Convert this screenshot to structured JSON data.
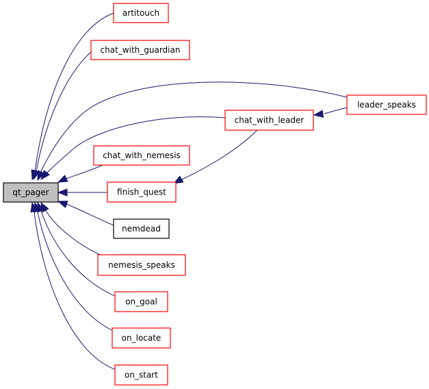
{
  "graph": {
    "root": {
      "id": "qt_pager",
      "label": "qt_pager"
    },
    "nodes": [
      {
        "id": "artitouch",
        "label": "artitouch",
        "border": "red"
      },
      {
        "id": "chat_with_guardian",
        "label": "chat_with_guardian",
        "border": "red"
      },
      {
        "id": "leader_speaks",
        "label": "leader_speaks",
        "border": "red"
      },
      {
        "id": "chat_with_leader",
        "label": "chat_with_leader",
        "border": "red"
      },
      {
        "id": "chat_with_nemesis",
        "label": "chat_with_nemesis",
        "border": "red"
      },
      {
        "id": "finish_quest",
        "label": "finish_quest",
        "border": "red"
      },
      {
        "id": "nemdead",
        "label": "nemdead",
        "border": "black"
      },
      {
        "id": "nemesis_speaks",
        "label": "nemesis_speaks",
        "border": "red"
      },
      {
        "id": "on_goal",
        "label": "on_goal",
        "border": "red"
      },
      {
        "id": "on_locate",
        "label": "on_locate",
        "border": "red"
      },
      {
        "id": "on_start",
        "label": "on_start",
        "border": "red"
      }
    ],
    "edges": [
      {
        "from": "artitouch",
        "to": "qt_pager"
      },
      {
        "from": "chat_with_guardian",
        "to": "qt_pager"
      },
      {
        "from": "leader_speaks",
        "to": "qt_pager"
      },
      {
        "from": "chat_with_leader",
        "to": "qt_pager"
      },
      {
        "from": "chat_with_nemesis",
        "to": "qt_pager"
      },
      {
        "from": "finish_quest",
        "to": "qt_pager"
      },
      {
        "from": "nemdead",
        "to": "qt_pager"
      },
      {
        "from": "nemesis_speaks",
        "to": "qt_pager"
      },
      {
        "from": "on_goal",
        "to": "qt_pager"
      },
      {
        "from": "on_locate",
        "to": "qt_pager"
      },
      {
        "from": "on_start",
        "to": "qt_pager"
      },
      {
        "from": "leader_speaks",
        "to": "chat_with_leader"
      },
      {
        "from": "chat_with_leader",
        "to": "finish_quest"
      }
    ]
  },
  "colors": {
    "edge": "#191970",
    "red_border": "#ff0000",
    "black_border": "#000000",
    "root_fill": "#bfbfbf"
  }
}
